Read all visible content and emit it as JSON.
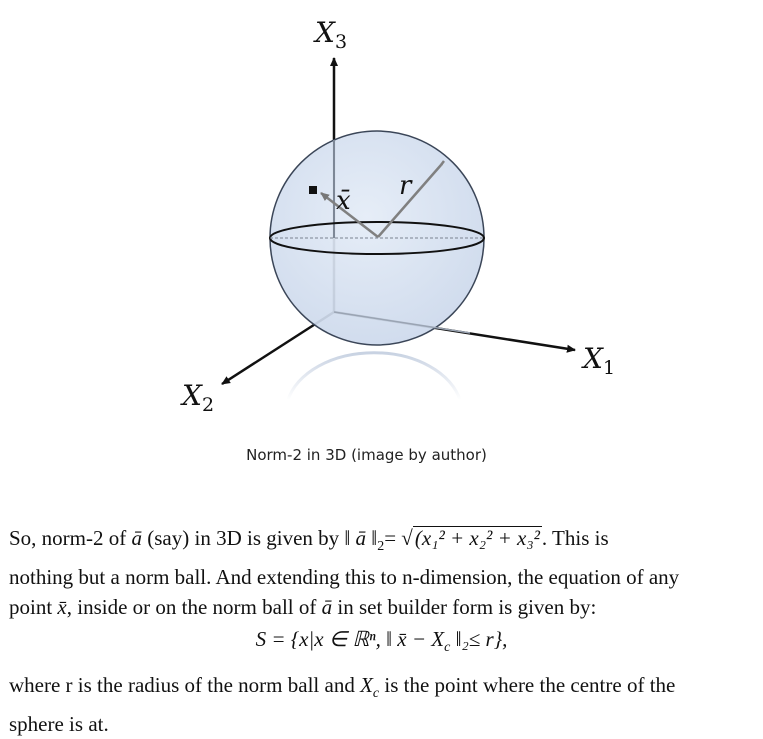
{
  "figure": {
    "axes": {
      "x1": {
        "letter": "X",
        "sub": "1"
      },
      "x2": {
        "letter": "X",
        "sub": "2"
      },
      "x3": {
        "letter": "X",
        "sub": "3"
      }
    },
    "point_symbol": "x̄",
    "radius_symbol": "r",
    "caption": "Norm-2 in 3D (image by author)"
  },
  "text": {
    "p1_line1_a": "So, norm-2 of ",
    "p1_abar": "ā",
    "p1_line1_b": " (say) in 3D is given by ‖ ",
    "p1_line1_c": " ‖",
    "p1_norm_sub": "2",
    "p1_eq": "= ",
    "p1_sqrt": "(x₁² + x₂² + x₃²",
    "p1_line1_d": ". This is",
    "p1_line2": "nothing but a norm ball. And extending this to n-dimension, the equation of any",
    "p1_line3_a": "point ",
    "p1_xbar": "x̄",
    "p1_line3_b": ", inside or on the norm ball of ",
    "p1_line3_c": " in set builder form is given by:",
    "formula": "S = {x|x ∈ ℝⁿ, ‖ x̄ − X",
    "formula_sub": "c",
    "formula_tail": " ‖₂≤ r},",
    "p2_line1_a": "where r is the radius of the norm ball and ",
    "p2_Xc": "X",
    "p2_Xc_sub": "c",
    "p2_line1_b": " is the point where the centre of the",
    "p2_line2": "sphere is at."
  }
}
